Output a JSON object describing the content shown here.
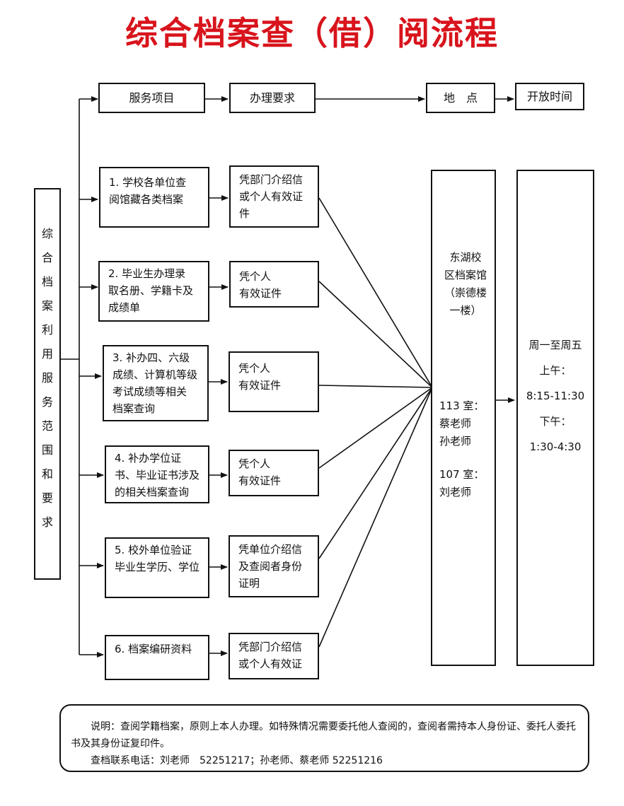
{
  "title": "综合档案查（借）阅流程",
  "side_label": [
    "综",
    "合",
    "档",
    "案",
    "利",
    "用",
    "服",
    "务",
    "范",
    "围",
    "和",
    "要",
    "求"
  ],
  "headers": {
    "service": "服务项目",
    "requirement": "办理要求",
    "location": "地　点",
    "hours": "开放时间"
  },
  "services": [
    {
      "text": "1. 学校各单位查\n阅馆藏各类档案",
      "requirement": "凭部门介绍信\n或个人有效证\n件"
    },
    {
      "text": "2. 毕业生办理录\n取名册、学籍卡及\n成绩单",
      "requirement": "凭个人\n有效证件"
    },
    {
      "text": "3. 补办四、六级\n成绩、计算机等级\n考试成绩等相关\n档案查询",
      "requirement": "凭个人\n有效证件"
    },
    {
      "text": "4. 补办学位证\n书、毕业证书涉及\n的相关档案查询",
      "requirement": "凭个人\n有效证件"
    },
    {
      "text": "5. 校外单位验证\n毕业生学历、学位",
      "requirement": "凭单位介绍信\n及查阅者身份\n证明"
    },
    {
      "text": "6. 档案编研资料",
      "requirement": "凭部门介绍信\n或个人有效证"
    }
  ],
  "location": {
    "name": "东湖校\n区档案馆\n（崇德楼\n一楼）",
    "room1": "113 室：\n蔡老师\n孙老师",
    "room2": "107 室：\n刘老师"
  },
  "hours": {
    "days": "周一至周五",
    "am_label": "上午：",
    "am": "8:15-11:30",
    "pm_label": "下午：",
    "pm": "1:30-4:30"
  },
  "note": {
    "line1": "说明：查阅学籍档案，原则上本人办理。如特殊情况需要委托他人查阅的，查阅者需持本人身份证、委托人委托书及其身份证复印件。",
    "line2": "查档联系电话：刘老师　52251217；孙老师、蔡老师 52251216"
  }
}
